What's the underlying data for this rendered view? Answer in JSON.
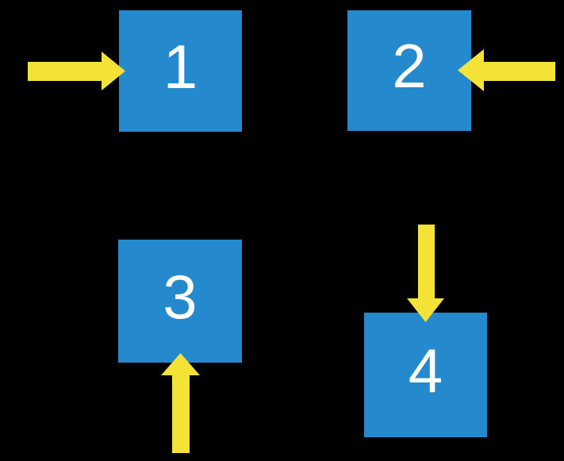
{
  "colors": {
    "background": "#000000",
    "box": "#2589CE",
    "arrow": "#F5E236",
    "label": "#FFFFFF"
  },
  "boxes": [
    {
      "label": "1",
      "position": "top-left"
    },
    {
      "label": "2",
      "position": "top-right"
    },
    {
      "label": "3",
      "position": "bottom-left"
    },
    {
      "label": "4",
      "position": "bottom-right"
    }
  ],
  "arrows": [
    {
      "direction": "right",
      "points_at_box": "1",
      "enters_from": "left"
    },
    {
      "direction": "left",
      "points_at_box": "2",
      "enters_from": "right"
    },
    {
      "direction": "up",
      "points_at_box": "3",
      "enters_from": "bottom"
    },
    {
      "direction": "down",
      "points_at_box": "4",
      "enters_from": "top"
    }
  ]
}
